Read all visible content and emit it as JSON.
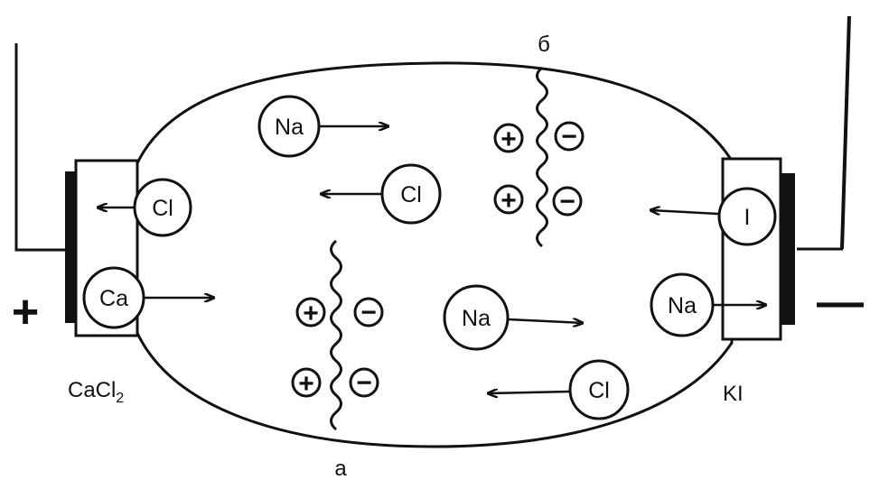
{
  "poles": {
    "plus": "+",
    "minus": "—"
  },
  "electrolytes": {
    "left": "CaCl",
    "left_subscript": "2",
    "right": "KI"
  },
  "membrane_labels": {
    "top": "б",
    "bottom": "а"
  },
  "ions": {
    "cl_left_electrode": "Cl",
    "ca_left_electrode": "Ca",
    "na_top": "Na",
    "cl_center": "Cl",
    "na_center": "Na",
    "cl_bottom": "Cl",
    "i_right_electrode": "I",
    "na_right_electrode": "Na"
  },
  "charges": {
    "positive": "+",
    "negative": "−"
  },
  "colors": {
    "ink": "#111111",
    "background": "#ffffff"
  }
}
